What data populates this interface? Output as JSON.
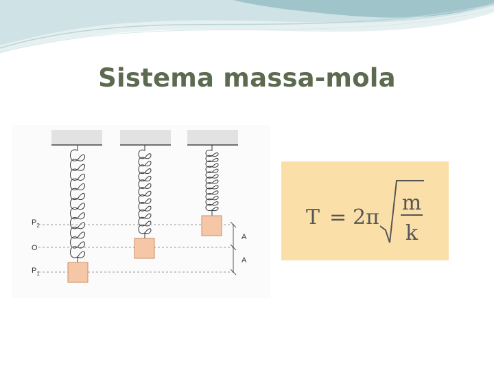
{
  "slide": {
    "title": "Sistema massa-mola"
  },
  "diagram": {
    "labels": {
      "p2_main": "P",
      "p2_sub": "2",
      "origin": "O",
      "p1_main": "P",
      "p1_sub": "1",
      "amplitude_upper": "A",
      "amplitude_lower": "A"
    }
  },
  "formula": {
    "lhs": "T",
    "equals": "=",
    "coefficient": "2π",
    "numerator": "m",
    "denominator": "k"
  },
  "colors": {
    "title": "#5c6a4f",
    "formula_background": "#fbdfa9",
    "mass_fill": "#f6c7a6",
    "mass_stroke": "#c98c66",
    "banner_light": "#cfe3e6",
    "banner_mid": "#9fc4c9"
  }
}
